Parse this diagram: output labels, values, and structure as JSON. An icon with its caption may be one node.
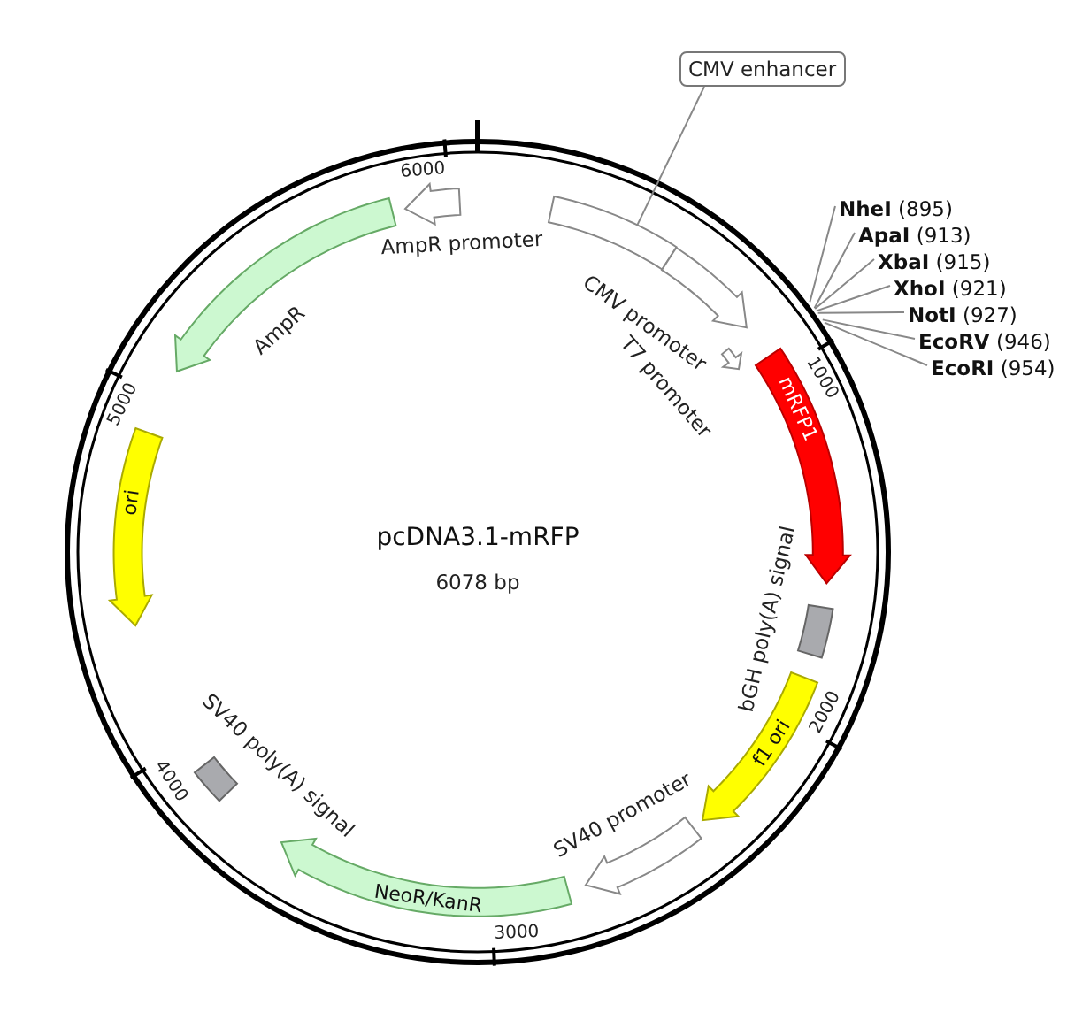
{
  "diagram": {
    "title": "pcDNA3.1-mRFP",
    "nodes": [
      {
        "text": [
          "CMV enhancer"
        ]
      },
      {
        "text": [],
        "shape": "box"
      },
      {
        "text": [],
        "shape": "arrow",
        "beside": [
          "CMV promoter"
        ]
      },
      {
        "text": [],
        "shape": "arrow",
        "beside": [
          "T7 promoter"
        ]
      },
      {
        "text": [
          "mRFP1"
        ]
      },
      {
        "text": [],
        "shape": "box",
        "beside": [
          "bGH poly(A) signal"
        ]
      },
      {
        "text": [
          "f1 ori"
        ]
      },
      {
        "text": [],
        "shape": "arrow",
        "beside": [
          "SV40 promoter"
        ]
      },
      {
        "text": [
          "NeoR/KanR"
        ]
      },
      {
        "text": [],
        "shape": "box",
        "beside": [
          "SV40 poly(A) signal"
        ]
      },
      {
        "text": [
          "ori"
        ]
      },
      {
        "text": [],
        "shape": "arrow",
        "beside": [
          "AmpR"
        ]
      },
      {
        "text": [],
        "shape": "arrow",
        "beside": [
          "AmpR promoter"
        ]
      },
      {
        "text": [
          "**NheI** (895)"
        ]
      },
      {
        "text": [
          "**ApaI** (913)"
        ]
      },
      {
        "text": [
          "**XbaI** (915)"
        ]
      },
      {
        "text": [
          "**XhoI** (921)"
        ]
      },
      {
        "text": [
          "**NotI** (927)"
        ]
      },
      {
        "text": [
          "**EcoRV** (946)"
        ]
      },
      {
        "text": [
          "**EcoRI** (954)"
        ]
      }
    ],
    "edges": [
      {
        "from": 0,
        "to": 1,
        "arrow": "none"
      },
      {
        "from": 13,
        "to": null,
        "arrow": "none"
      },
      {
        "from": 14,
        "to": null,
        "arrow": "none"
      },
      {
        "from": 15,
        "to": null,
        "arrow": "none"
      },
      {
        "from": 16,
        "to": null,
        "arrow": "none"
      },
      {
        "from": 17,
        "to": null,
        "arrow": "none"
      },
      {
        "from": 18,
        "to": null,
        "arrow": "none"
      },
      {
        "from": 19,
        "to": null,
        "arrow": "none"
      }
    ],
    "labels": [
      "6078 bp",
      "6000",
      "1000",
      "2000",
      "3000",
      "4000",
      "5000"
    ]
  }
}
